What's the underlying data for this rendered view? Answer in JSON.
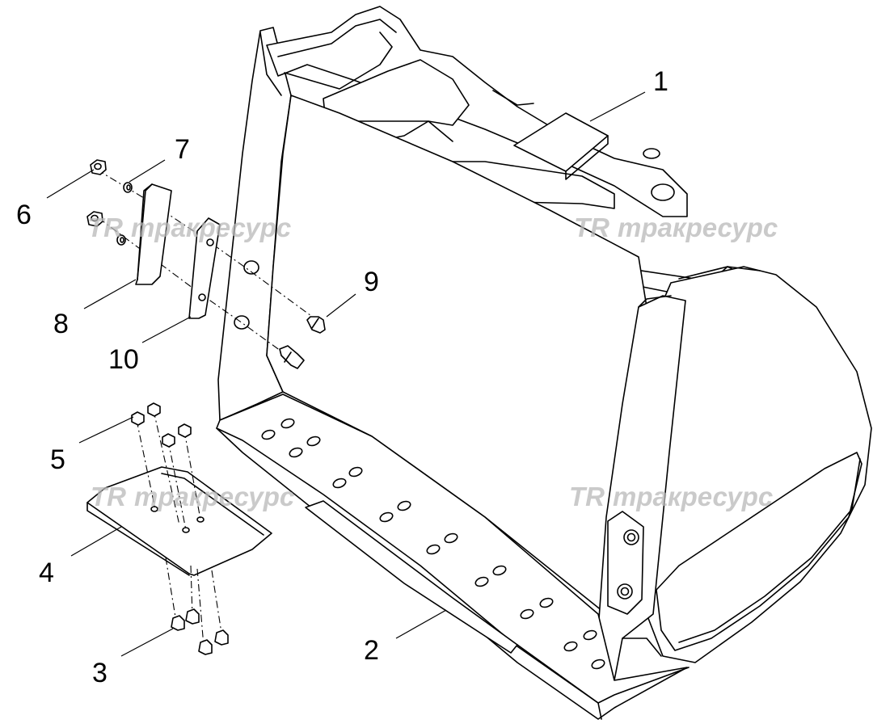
{
  "callouts": [
    {
      "id": "1",
      "text": "1"
    },
    {
      "id": "2",
      "text": "2"
    },
    {
      "id": "3",
      "text": "3"
    },
    {
      "id": "4",
      "text": "4"
    },
    {
      "id": "5",
      "text": "5"
    },
    {
      "id": "6",
      "text": "6"
    },
    {
      "id": "7",
      "text": "7"
    },
    {
      "id": "8",
      "text": "8"
    },
    {
      "id": "9",
      "text": "9"
    },
    {
      "id": "10",
      "text": "10"
    }
  ],
  "watermark": {
    "logo": "TR",
    "text": "тракресурс",
    "color": "#b9b9b9"
  },
  "colors": {
    "line": "#000000",
    "background": "#ffffff"
  }
}
